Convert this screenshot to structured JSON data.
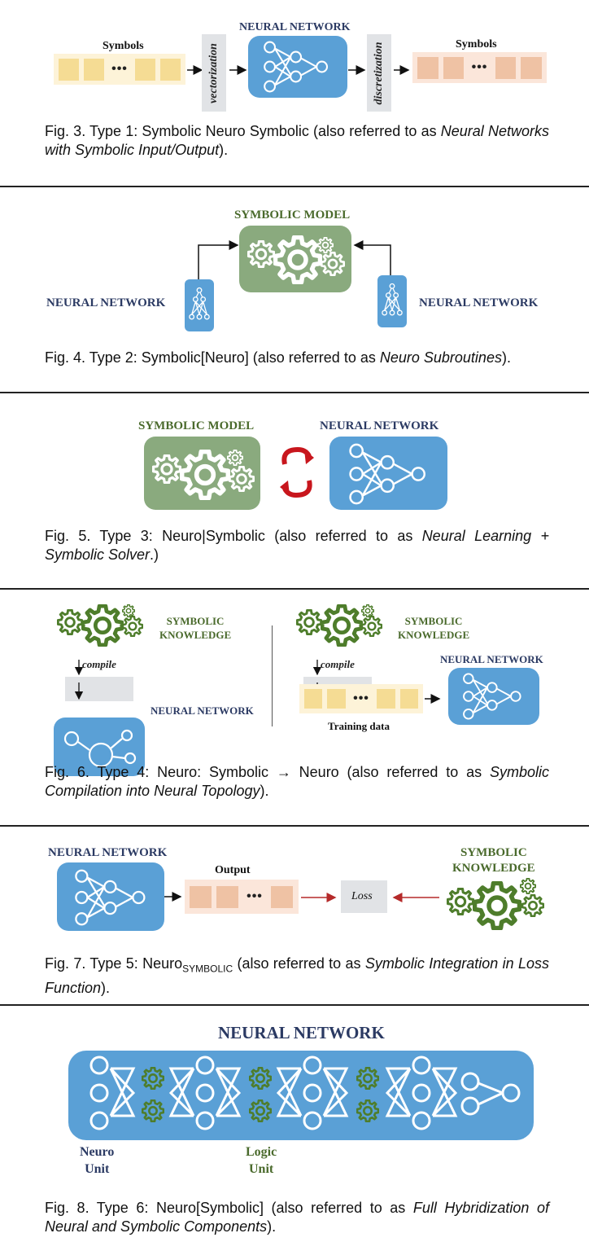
{
  "colors": {
    "neural_blue": "#5aa0d6",
    "symbolic_green": "#8aaa7e",
    "gear_green": "#4e7d2b",
    "input_symbol": "#f5dc94",
    "output_symbol": "#efc2a4",
    "loss_arrow_red": "#b52a2a",
    "cycle_red": "#c8161d",
    "nn_label": "#2b3a63",
    "sym_label": "#4a6a2c"
  },
  "fig3": {
    "input_label": "Symbols",
    "output_label": "Symbols",
    "nn_label": "NEURAL NETWORK",
    "vectorization": "vectorization",
    "discretization": "discretization",
    "ellipsis": "•••",
    "caption_prefix": "Fig. 3. Type 1: Symbolic Neuro Symbolic (also referred to as ",
    "caption_italic": "Neural Networks with Symbolic Input/Output",
    "caption_suffix": ")."
  },
  "fig4": {
    "symbolic_label": "SYMBOLIC MODEL",
    "nn_left_label": "NEURAL NETWORK",
    "nn_right_label": "NEURAL NETWORK",
    "caption_prefix": "Fig. 4. Type 2: Symbolic[Neuro] (also referred to as ",
    "caption_italic": "Neuro Subroutines",
    "caption_suffix": ")."
  },
  "fig5": {
    "symbolic_label": "SYMBOLIC MODEL",
    "nn_label": "NEURAL NETWORK",
    "caption_prefix": "Fig. 5. Type 3: Neuro|Symbolic (also referred to as ",
    "caption_italic": "Neural Learning + Symbolic Solver",
    "caption_suffix": ".)"
  },
  "fig6": {
    "left_knowledge_label_1": "SYMBOLIC",
    "left_knowledge_label_2": "KNOWLEDGE",
    "left_compile": "compile",
    "left_nn_label": "NEURAL NETWORK",
    "right_knowledge_label_1": "SYMBOLIC",
    "right_knowledge_label_2": "KNOWLEDGE",
    "right_compile": "compile",
    "right_nn_label": "NEURAL NETWORK",
    "training_label": "Training data",
    "ellipsis": "•••",
    "caption_prefix": "Fig. 6. Type 4: Neuro: Symbolic → Neuro (also referred to as ",
    "caption_italic": "Symbolic Compilation into Neural Topology",
    "caption_suffix": ")."
  },
  "fig7": {
    "nn_label": "NEURAL NETWORK",
    "output_label": "Output",
    "loss_label": "Loss",
    "knowledge_label_1": "SYMBOLIC",
    "knowledge_label_2": "KNOWLEDGE",
    "ellipsis": "•••",
    "caption_prefix": "Fig. 7. Type 5: Neuro",
    "caption_sub": "SYMBOLIC",
    "caption_mid": " (also referred to as ",
    "caption_italic": "Symbolic Integration in Loss Function",
    "caption_suffix": ")."
  },
  "fig8": {
    "nn_label": "NEURAL NETWORK",
    "neuro_unit_1": "Neuro",
    "neuro_unit_2": "Unit",
    "logic_unit_1": "Logic",
    "logic_unit_2": "Unit",
    "caption_prefix": "Fig. 8. Type 6: Neuro[Symbolic] (also referred to as ",
    "caption_italic": "Full Hybridization of Neural and Symbolic Components",
    "caption_suffix": ")."
  }
}
